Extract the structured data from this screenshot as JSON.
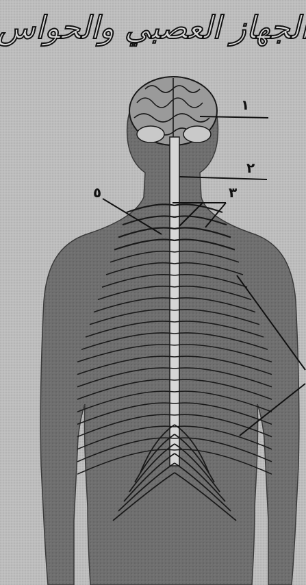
{
  "title": "الجهاز العصبي والحواس",
  "labels": [
    {
      "id": "1",
      "text": "١"
    },
    {
      "id": "2",
      "text": "٢"
    },
    {
      "id": "3",
      "text": "٣"
    },
    {
      "id": "5",
      "text": "٥"
    }
  ],
  "colors": {
    "paper": "#bdbdbd",
    "body": "#6f6f6f",
    "ink": "#111111",
    "cord": "#d6d6d6"
  }
}
